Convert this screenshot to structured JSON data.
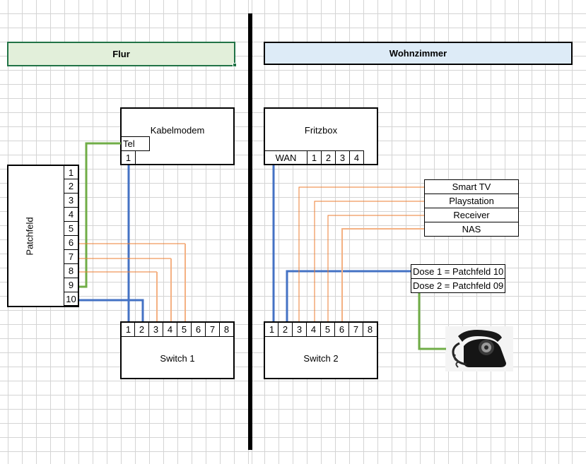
{
  "sections": {
    "left": {
      "title": "Flur",
      "fill": "#e2efda",
      "border": "#217346"
    },
    "right": {
      "title": "Wohnzimmer",
      "fill": "#ddebf7",
      "border": "#000000"
    }
  },
  "devices": {
    "kabelmodem": {
      "label": "Kabelmodem",
      "ports": [
        "Tel",
        "1"
      ]
    },
    "patchfeld": {
      "label": "Patchfeld",
      "ports": [
        "1",
        "2",
        "3",
        "4",
        "5",
        "6",
        "7",
        "8",
        "9",
        "10"
      ]
    },
    "switch1": {
      "label": "Switch 1",
      "ports": [
        "1",
        "2",
        "3",
        "4",
        "5",
        "6",
        "7",
        "8"
      ]
    },
    "fritzbox": {
      "label": "Fritzbox",
      "ports": [
        "WAN",
        "1",
        "2",
        "3",
        "4"
      ]
    },
    "switch2": {
      "label": "Switch 2",
      "ports": [
        "1",
        "2",
        "3",
        "4",
        "5",
        "6",
        "7",
        "8"
      ]
    },
    "endpoints": [
      "Smart TV",
      "Playstation",
      "Receiver",
      "NAS"
    ],
    "dosen": [
      "Dose 1 = Patchfeld 10",
      "Dose 2 = Patchfeld 09"
    ],
    "telephone": {
      "icon": "rotary-telephone-icon"
    }
  },
  "wire_colors": {
    "lan_blue": "#4472c4",
    "phone_green": "#70ad47",
    "orange": "#ed7d31",
    "orange_light": "#f4b183"
  }
}
